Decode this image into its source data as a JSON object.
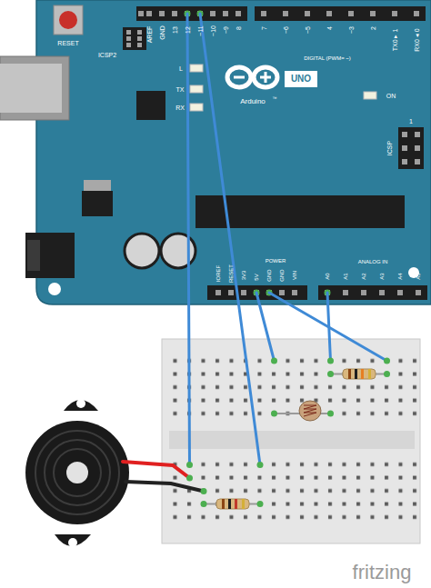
{
  "diagram": {
    "labels": [
      "RESET",
      "ICSP2",
      "AREF",
      "GND",
      "13",
      "12",
      "~11",
      "~10",
      "~9",
      "8",
      "7",
      "~6",
      "~5",
      "4",
      "~3",
      "2",
      "TX0 ▸ 1",
      "RX0 ◂ 0",
      "DIGITAL (PWM= ~)",
      "L",
      "TX",
      "RX",
      "UNO",
      "Arduino",
      "™",
      "ON",
      "ICSP",
      "1",
      "IOREF",
      "RESET",
      "3V3",
      "5V",
      "GND",
      "GND",
      "VIN",
      "POWER",
      "ANALOG IN",
      "A0",
      "A1",
      "A2",
      "A3",
      "A4",
      "A5",
      "fritzing"
    ]
  }
}
